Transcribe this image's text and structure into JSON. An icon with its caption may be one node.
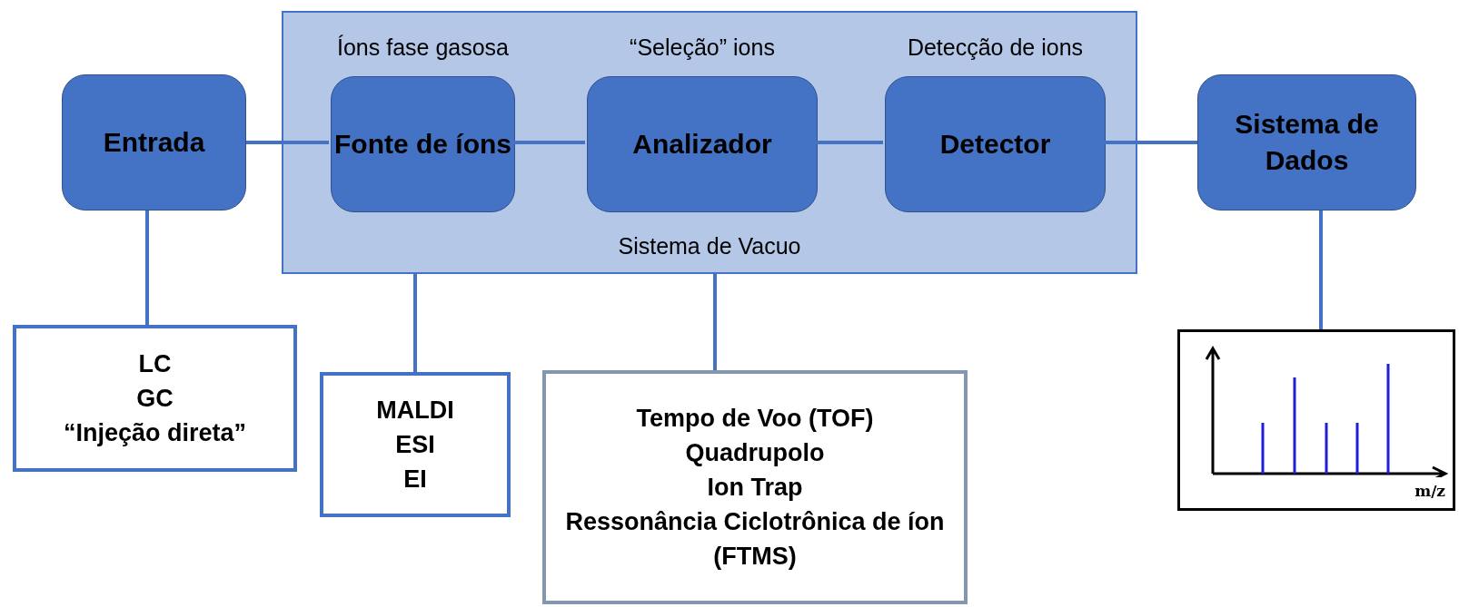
{
  "diagram": {
    "nodes": [
      {
        "text": [
          "Sistema de Vacuo"
        ]
      },
      {
        "text": [
          "Entrada"
        ]
      },
      {
        "text": [
          "Fonte de íons"
        ],
        "in": 0,
        "beside": [
          "Íons fase gasosa"
        ]
      },
      {
        "text": [
          "Analizador"
        ],
        "in": 0,
        "beside": [
          "“Seleção” ions"
        ]
      },
      {
        "text": [
          "Detector"
        ],
        "in": 0,
        "beside": [
          "Detecção de ions"
        ]
      },
      {
        "text": [
          "Sistema de Dados"
        ]
      },
      {
        "text": [
          "LC",
          "GC",
          "“Injeção direta”"
        ]
      },
      {
        "text": [
          "MALDI",
          "ESI",
          "EI"
        ]
      },
      {
        "text": [
          "Tempo de Voo (TOF)",
          "Quadrupolo",
          "Ion Trap",
          "Ressonância Ciclotrônica de íon (FTMS)"
        ]
      },
      {
        "text": [
          "m/z"
        ]
      }
    ],
    "edges": [
      {
        "from": 1,
        "to": 2,
        "arrow": "none"
      },
      {
        "from": 2,
        "to": 3,
        "arrow": "none"
      },
      {
        "from": 3,
        "to": 4,
        "arrow": "none"
      },
      {
        "from": 4,
        "to": 5,
        "arrow": "none"
      },
      {
        "from": 1,
        "to": 6,
        "arrow": "none"
      },
      {
        "from": 0,
        "to": 7,
        "arrow": "none"
      },
      {
        "from": 0,
        "to": 8,
        "arrow": "none"
      },
      {
        "from": 5,
        "to": 9,
        "arrow": "none"
      }
    ]
  }
}
